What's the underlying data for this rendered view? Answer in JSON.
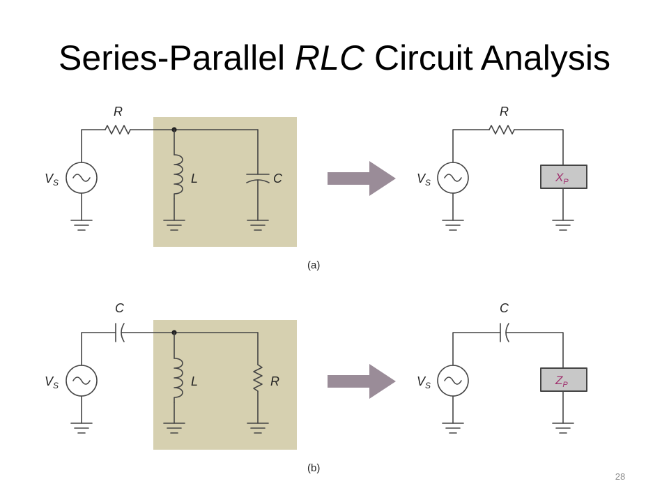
{
  "title": {
    "part1": "Series-Parallel ",
    "part2": "RLC",
    "part3": " Circuit Analysis"
  },
  "circuit_a": {
    "left": {
      "source": "V",
      "source_sub": "S",
      "series": "R",
      "inductor": "L",
      "capacitor": "C"
    },
    "right": {
      "source": "V",
      "source_sub": "S",
      "series": "R",
      "box": "X",
      "box_sub": "P"
    },
    "caption": "(a)"
  },
  "circuit_b": {
    "left": {
      "source": "V",
      "source_sub": "S",
      "series": "C",
      "inductor": "L",
      "resistor": "R"
    },
    "right": {
      "source": "V",
      "source_sub": "S",
      "series": "C",
      "box": "Z",
      "box_sub": "P"
    },
    "caption": "(b)"
  },
  "colors": {
    "shaded_region": "#d6d0b0",
    "arrow": "#9a8c98",
    "equiv_box": "#c8c8c8",
    "equiv_label": "#a0306e",
    "wire": "#444444"
  },
  "page_number": "28"
}
